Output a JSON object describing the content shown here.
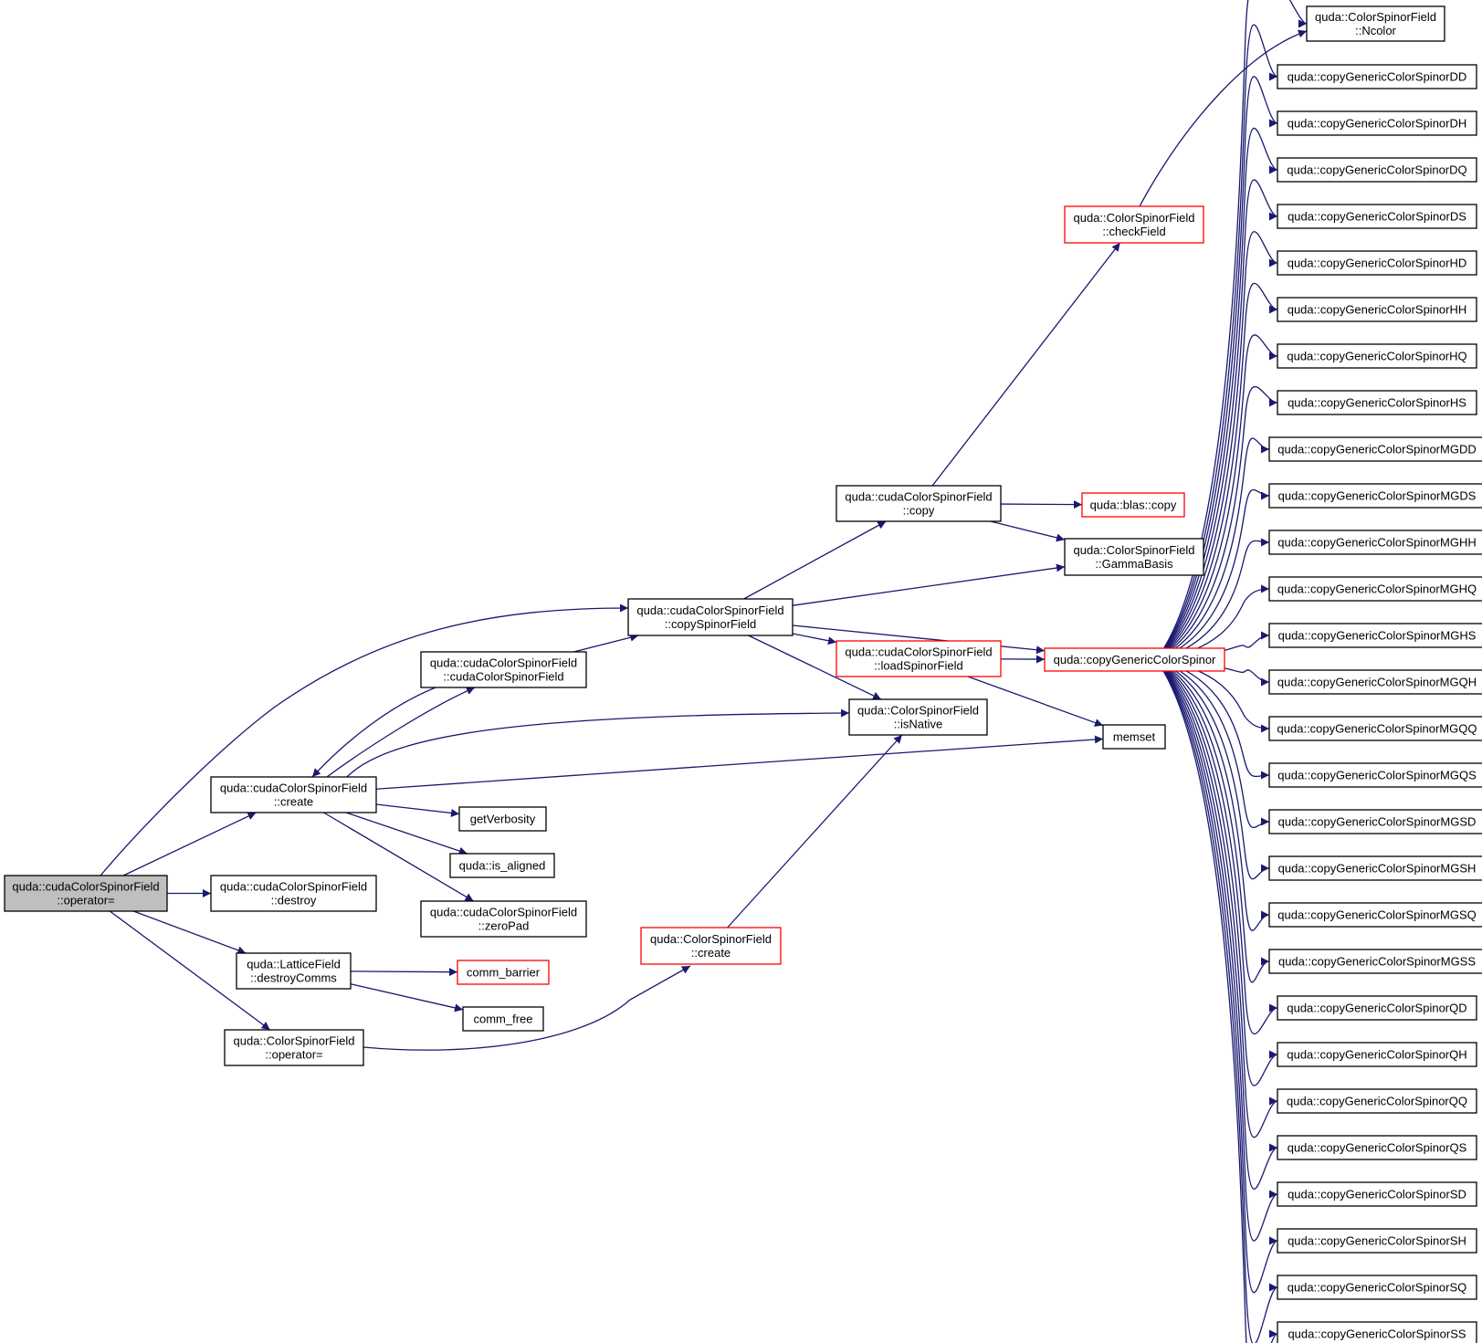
{
  "colors": {
    "edge": "#191970",
    "border_normal": "#000000",
    "border_truncated": "#ff0000",
    "root_fill": "#bfbfbf",
    "node_fill": "#ffffff"
  },
  "nodes": {
    "root": {
      "lines": [
        "quda::cudaColorSpinorField",
        "::operator="
      ],
      "style": "root"
    },
    "create": {
      "lines": [
        "quda::cudaColorSpinorField",
        "::create"
      ],
      "style": "normal"
    },
    "destroy": {
      "lines": [
        "quda::cudaColorSpinorField",
        "::destroy"
      ],
      "style": "normal"
    },
    "destroyComms": {
      "lines": [
        "quda::LatticeField",
        "::destroyComms"
      ],
      "style": "normal"
    },
    "csfOperator": {
      "lines": [
        "quda::ColorSpinorField",
        "::operator="
      ],
      "style": "normal"
    },
    "ctor": {
      "lines": [
        "quda::cudaColorSpinorField",
        "::cudaColorSpinorField"
      ],
      "style": "normal"
    },
    "getVerbosity": {
      "lines": [
        "getVerbosity"
      ],
      "style": "normal"
    },
    "isAligned": {
      "lines": [
        "quda::is_aligned"
      ],
      "style": "normal"
    },
    "zeroPad": {
      "lines": [
        "quda::cudaColorSpinorField",
        "::zeroPad"
      ],
      "style": "normal"
    },
    "commBarrier": {
      "lines": [
        "comm_barrier"
      ],
      "style": "truncated"
    },
    "commFree": {
      "lines": [
        "comm_free"
      ],
      "style": "normal"
    },
    "copySpinorField": {
      "lines": [
        "quda::cudaColorSpinorField",
        "::copySpinorField"
      ],
      "style": "normal"
    },
    "csfCreate": {
      "lines": [
        "quda::ColorSpinorField",
        "::create"
      ],
      "style": "truncated"
    },
    "cudaCopy": {
      "lines": [
        "quda::cudaColorSpinorField",
        "::copy"
      ],
      "style": "normal"
    },
    "loadSpinorField": {
      "lines": [
        "quda::cudaColorSpinorField",
        "::loadSpinorField"
      ],
      "style": "truncated"
    },
    "isNative": {
      "lines": [
        "quda::ColorSpinorField",
        "::isNative"
      ],
      "style": "normal"
    },
    "checkField": {
      "lines": [
        "quda::ColorSpinorField",
        "::checkField"
      ],
      "style": "truncated"
    },
    "blasCopy": {
      "lines": [
        "quda::blas::copy"
      ],
      "style": "truncated"
    },
    "gammaBasis": {
      "lines": [
        "quda::ColorSpinorField",
        "::GammaBasis"
      ],
      "style": "normal"
    },
    "copyGeneric": {
      "lines": [
        "quda::copyGenericColorSpinor"
      ],
      "style": "truncated"
    },
    "memset": {
      "lines": [
        "memset"
      ],
      "style": "normal"
    },
    "nColor": {
      "lines": [
        "quda::ColorSpinorField",
        "::Ncolor"
      ],
      "style": "normal"
    },
    "r1": {
      "lines": [
        "quda::copyGenericColorSpinorDD"
      ],
      "style": "normal"
    },
    "r2": {
      "lines": [
        "quda::copyGenericColorSpinorDH"
      ],
      "style": "normal"
    },
    "r3": {
      "lines": [
        "quda::copyGenericColorSpinorDQ"
      ],
      "style": "normal"
    },
    "r4": {
      "lines": [
        "quda::copyGenericColorSpinorDS"
      ],
      "style": "normal"
    },
    "r5": {
      "lines": [
        "quda::copyGenericColorSpinorHD"
      ],
      "style": "normal"
    },
    "r6": {
      "lines": [
        "quda::copyGenericColorSpinorHH"
      ],
      "style": "normal"
    },
    "r7": {
      "lines": [
        "quda::copyGenericColorSpinorHQ"
      ],
      "style": "normal"
    },
    "r8": {
      "lines": [
        "quda::copyGenericColorSpinorHS"
      ],
      "style": "normal"
    },
    "r9": {
      "lines": [
        "quda::copyGenericColorSpinorMGDD"
      ],
      "style": "normal"
    },
    "r10": {
      "lines": [
        "quda::copyGenericColorSpinorMGDS"
      ],
      "style": "normal"
    },
    "r11": {
      "lines": [
        "quda::copyGenericColorSpinorMGHH"
      ],
      "style": "normal"
    },
    "r12": {
      "lines": [
        "quda::copyGenericColorSpinorMGHQ"
      ],
      "style": "normal"
    },
    "r13": {
      "lines": [
        "quda::copyGenericColorSpinorMGHS"
      ],
      "style": "normal"
    },
    "r14": {
      "lines": [
        "quda::copyGenericColorSpinorMGQH"
      ],
      "style": "normal"
    },
    "r15": {
      "lines": [
        "quda::copyGenericColorSpinorMGQQ"
      ],
      "style": "normal"
    },
    "r16": {
      "lines": [
        "quda::copyGenericColorSpinorMGQS"
      ],
      "style": "normal"
    },
    "r17": {
      "lines": [
        "quda::copyGenericColorSpinorMGSD"
      ],
      "style": "normal"
    },
    "r18": {
      "lines": [
        "quda::copyGenericColorSpinorMGSH"
      ],
      "style": "normal"
    },
    "r19": {
      "lines": [
        "quda::copyGenericColorSpinorMGSQ"
      ],
      "style": "normal"
    },
    "r20": {
      "lines": [
        "quda::copyGenericColorSpinorMGSS"
      ],
      "style": "normal"
    },
    "r21": {
      "lines": [
        "quda::copyGenericColorSpinorQD"
      ],
      "style": "normal"
    },
    "r22": {
      "lines": [
        "quda::copyGenericColorSpinorQH"
      ],
      "style": "normal"
    },
    "r23": {
      "lines": [
        "quda::copyGenericColorSpinorQQ"
      ],
      "style": "normal"
    },
    "r24": {
      "lines": [
        "quda::copyGenericColorSpinorQS"
      ],
      "style": "normal"
    },
    "r25": {
      "lines": [
        "quda::copyGenericColorSpinorSD"
      ],
      "style": "normal"
    },
    "r26": {
      "lines": [
        "quda::copyGenericColorSpinorSH"
      ],
      "style": "normal"
    },
    "r27": {
      "lines": [
        "quda::copyGenericColorSpinorSQ"
      ],
      "style": "normal"
    },
    "r28": {
      "lines": [
        "quda::copyGenericColorSpinorSS"
      ],
      "style": "normal"
    }
  },
  "edges": [
    [
      "root",
      "create"
    ],
    [
      "root",
      "destroy"
    ],
    [
      "root",
      "destroyComms"
    ],
    [
      "root",
      "csfOperator"
    ],
    [
      "root",
      "copySpinorField"
    ],
    [
      "create",
      "ctor"
    ],
    [
      "ctor",
      "create"
    ],
    [
      "create",
      "isNative"
    ],
    [
      "create",
      "memset"
    ],
    [
      "create",
      "getVerbosity"
    ],
    [
      "create",
      "isAligned"
    ],
    [
      "create",
      "zeroPad"
    ],
    [
      "ctor",
      "copySpinorField"
    ],
    [
      "destroyComms",
      "commBarrier"
    ],
    [
      "destroyComms",
      "commFree"
    ],
    [
      "csfOperator",
      "csfCreate"
    ],
    [
      "csfCreate",
      "isNative"
    ],
    [
      "copySpinorField",
      "cudaCopy"
    ],
    [
      "copySpinorField",
      "gammaBasis"
    ],
    [
      "copySpinorField",
      "copyGeneric"
    ],
    [
      "copySpinorField",
      "loadSpinorField"
    ],
    [
      "copySpinorField",
      "isNative"
    ],
    [
      "cudaCopy",
      "checkField"
    ],
    [
      "cudaCopy",
      "blasCopy"
    ],
    [
      "cudaCopy",
      "gammaBasis"
    ],
    [
      "loadSpinorField",
      "copyGeneric"
    ],
    [
      "loadSpinorField",
      "memset"
    ],
    [
      "checkField",
      "nColor"
    ],
    [
      "copyGeneric",
      "nColor"
    ],
    [
      "copyGeneric",
      "r1"
    ],
    [
      "copyGeneric",
      "r2"
    ],
    [
      "copyGeneric",
      "r3"
    ],
    [
      "copyGeneric",
      "r4"
    ],
    [
      "copyGeneric",
      "r5"
    ],
    [
      "copyGeneric",
      "r6"
    ],
    [
      "copyGeneric",
      "r7"
    ],
    [
      "copyGeneric",
      "r8"
    ],
    [
      "copyGeneric",
      "r9"
    ],
    [
      "copyGeneric",
      "r10"
    ],
    [
      "copyGeneric",
      "r11"
    ],
    [
      "copyGeneric",
      "r12"
    ],
    [
      "copyGeneric",
      "r13"
    ],
    [
      "copyGeneric",
      "r14"
    ],
    [
      "copyGeneric",
      "r15"
    ],
    [
      "copyGeneric",
      "r16"
    ],
    [
      "copyGeneric",
      "r17"
    ],
    [
      "copyGeneric",
      "r18"
    ],
    [
      "copyGeneric",
      "r19"
    ],
    [
      "copyGeneric",
      "r20"
    ],
    [
      "copyGeneric",
      "r21"
    ],
    [
      "copyGeneric",
      "r22"
    ],
    [
      "copyGeneric",
      "r23"
    ],
    [
      "copyGeneric",
      "r24"
    ],
    [
      "copyGeneric",
      "r25"
    ],
    [
      "copyGeneric",
      "r26"
    ],
    [
      "copyGeneric",
      "r27"
    ],
    [
      "copyGeneric",
      "r28"
    ]
  ]
}
